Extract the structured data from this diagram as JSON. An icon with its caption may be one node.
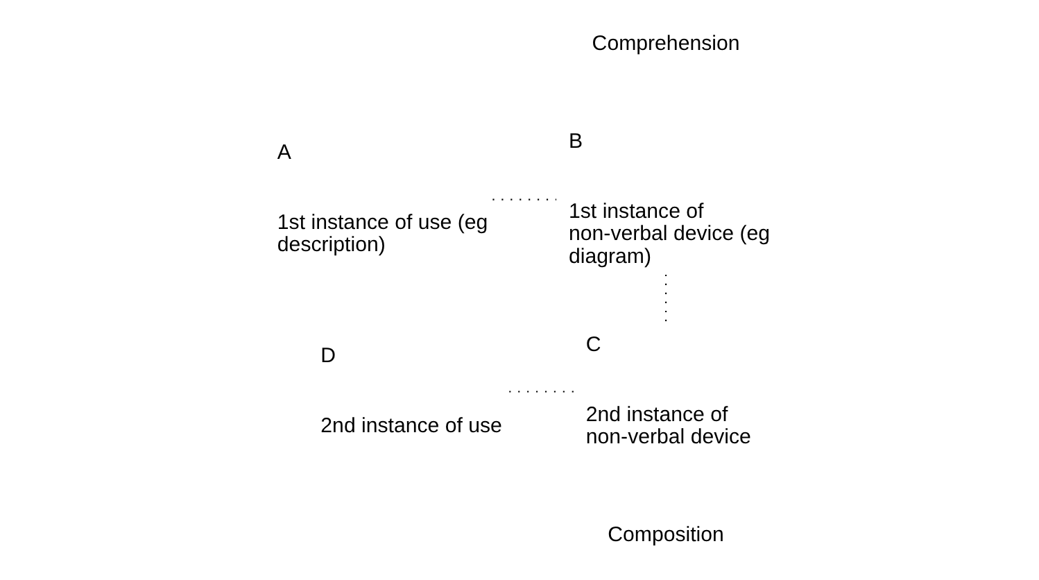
{
  "diagram": {
    "nodes": [
      {
        "text": [
          "A",
          "1st instance of use (eg description)"
        ]
      },
      {
        "text": [
          "B",
          "1st instance of non-verbal device (eg diagram)"
        ]
      },
      {
        "text": [
          "C",
          "2nd instance of non-verbal device"
        ]
      },
      {
        "text": [
          "D",
          "2nd instance of use"
        ]
      }
    ],
    "edges": [
      {
        "from": 0,
        "to": 1,
        "arrow": "none"
      },
      {
        "from": 1,
        "to": 2,
        "arrow": "none"
      },
      {
        "from": 2,
        "to": 3,
        "arrow": "none"
      }
    ],
    "labels": [
      "Comprehension",
      "Composition"
    ]
  }
}
